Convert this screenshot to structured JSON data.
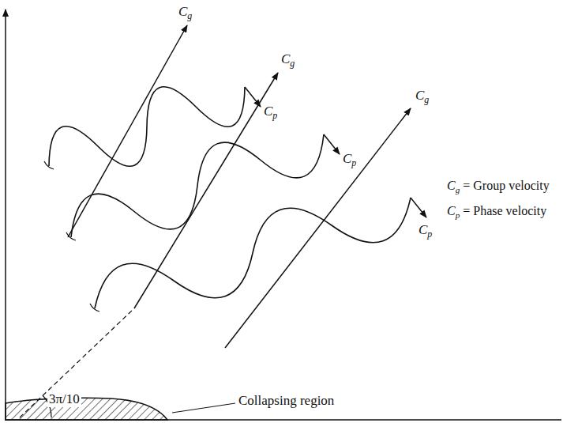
{
  "diagram": {
    "labels": [
      "Cg",
      "Cp",
      "Cg",
      "Cp",
      "Cg",
      "Cp",
      "Cg = Group velocity",
      "Cp = Phase velocity",
      "3π/10",
      "Collapsing region"
    ]
  }
}
